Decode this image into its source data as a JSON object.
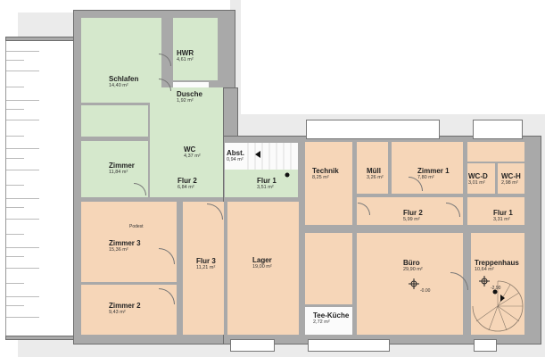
{
  "plan": {
    "type": "floor-plan",
    "units": "m²",
    "colors": {
      "apartment_fill": "#d5e8cc",
      "office_fill": "#f6d6b8",
      "wall": "#a9a9a9",
      "wall_outline": "#6e6e6e",
      "shadow": "#ebebeb"
    },
    "rooms": {
      "schlafen": {
        "name": "Schlafen",
        "area": "14,40 m²"
      },
      "hwr": {
        "name": "HWR",
        "area": "4,61 m²"
      },
      "dusche": {
        "name": "Dusche",
        "area": "1,92 m²"
      },
      "wc": {
        "name": "WC",
        "area": "4,37 m²"
      },
      "abst": {
        "name": "Abst.",
        "area": "0,94 m²"
      },
      "zimmer": {
        "name": "Zimmer",
        "area": "11,84 m²"
      },
      "flur2_left": {
        "name": "Flur 2",
        "area": "6,84 m²"
      },
      "flur1_left": {
        "name": "Flur 1",
        "area": "3,51 m²"
      },
      "zimmer3": {
        "name": "Zimmer 3",
        "area": "15,36 m²",
        "note": "Podest"
      },
      "zimmer2": {
        "name": "Zimmer 2",
        "area": "9,43 m²"
      },
      "flur3": {
        "name": "Flur 3",
        "area": "11,21 m²"
      },
      "lager": {
        "name": "Lager",
        "area": "19,00 m²"
      },
      "technik": {
        "name": "Technik",
        "area": "8,25 m²"
      },
      "muell": {
        "name": "Müll",
        "area": "3,26 m²"
      },
      "zimmer1": {
        "name": "Zimmer 1",
        "area": "7,80 m²"
      },
      "wcd": {
        "name": "WC-D",
        "area": "3,01 m²"
      },
      "wch": {
        "name": "WC-H",
        "area": "2,98 m²"
      },
      "flur2_right": {
        "name": "Flur 2",
        "area": "5,99 m²"
      },
      "flur1_right": {
        "name": "Flur 1",
        "area": "3,31 m²"
      },
      "buero": {
        "name": "Büro",
        "area": "29,90 m²",
        "level": "-0.00"
      },
      "treppenhaus": {
        "name": "Treppenhaus",
        "area": "10,64 m²",
        "level": "-2.90"
      },
      "teekueche": {
        "name": "Tee-Küche",
        "area": "2,72 m²"
      }
    }
  }
}
